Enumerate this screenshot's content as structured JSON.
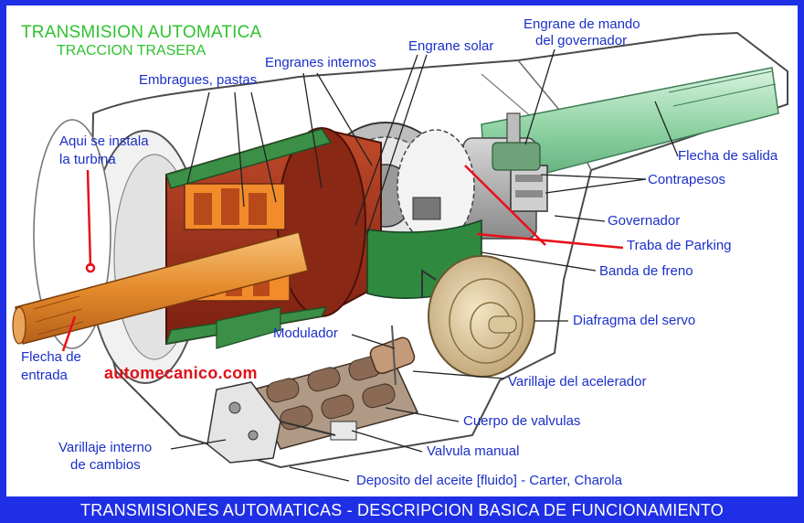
{
  "title": {
    "line1": "TRANSMISION AUTOMATICA",
    "line2": "TRACCION TRASERA"
  },
  "labels": {
    "embragues": "Embragues, pastas",
    "engranes_internos": "Engranes internos",
    "engrane_solar": "Engrane solar",
    "engrane_mando_1": "Engrane de mando",
    "engrane_mando_2": "del governador",
    "turbina_1": "Aqui se instala",
    "turbina_2": "la turbina",
    "flecha_salida": "Flecha de salida",
    "contrapesos": "Contrapesos",
    "governador": "Governador",
    "traba": "Traba de Parking",
    "banda": "Banda de freno",
    "diafragma": "Diafragma del servo",
    "modulador": "Modulador",
    "varillaje_acelerador": "Varillaje del acelerador",
    "cuerpo_valvulas": "Cuerpo de valvulas",
    "valvula_manual": "Valvula manual",
    "varillaje_interno_1": "Varillaje interno",
    "varillaje_interno_2": "de cambios",
    "deposito": "Deposito del aceite [fluido] - Carter, Charola",
    "flecha_entrada_1": "Flecha de",
    "flecha_entrada_2": "entrada"
  },
  "website": "automecanico.com",
  "footer": "TRANSMISIONES AUTOMATICAS - DESCRIPCION BASICA DE FUNCIONAMIENTO",
  "colors": {
    "frame": "#1f2fe6",
    "label_text": "#1b2fc8",
    "title_green": "#2fc22f",
    "accent_red": "#e8101a"
  }
}
